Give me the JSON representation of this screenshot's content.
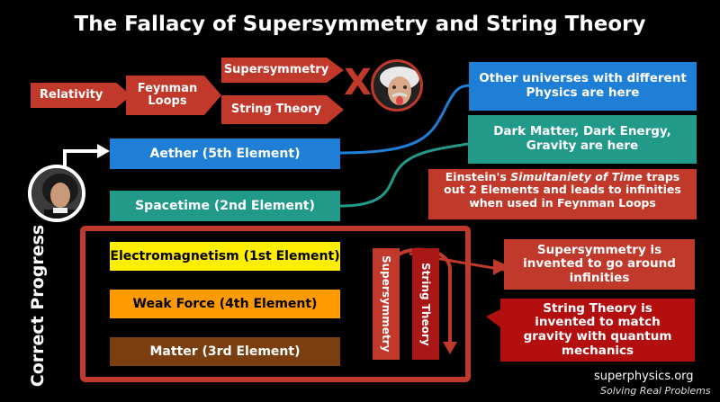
{
  "title": "The Fallacy of Supersymmetry and String Theory",
  "flow": {
    "relativity": "Relativity",
    "feynman": "Feynman Loops",
    "supersymmetry": "Supersymmetry",
    "string_theory": "String Theory",
    "x_mark": "X"
  },
  "elements": {
    "aether": "Aether (5th Element)",
    "spacetime": "Spacetime (2nd Element)",
    "electromagnetism": "Electromagnetism (1st Element)",
    "weak_force": "Weak Force (4th Element)",
    "matter": "Matter (3rd Element)"
  },
  "notes": {
    "other_universes": "Other universes with different Physics are here",
    "dark_matter": "Dark Matter, Dark Energy, Gravity are here",
    "einstein_pre": "Einstein's ",
    "einstein_em": "Simultaniety of Time",
    "einstein_post": " traps out 2 Elements and leads to infinities when used in Feynman Loops",
    "susy_invented": "Supersymmetry is invented to go around infinities",
    "string_invented": "String Theory is invented to match gravity with quantum mechanics"
  },
  "vertical": {
    "supersymmetry": "Supersymmetry",
    "string_theory": "String Theory",
    "correct_progress": "Correct Progress"
  },
  "footer": {
    "site": "superphysics.org",
    "tagline": "Solving Real Problems"
  },
  "colors": {
    "red": "#c0392b",
    "blue": "#1f7fd6",
    "teal": "#229a8a",
    "yellow": "#ffee00",
    "orange": "#ff9a00",
    "brown": "#7a3e10",
    "dark_red": "#b40f0f"
  }
}
